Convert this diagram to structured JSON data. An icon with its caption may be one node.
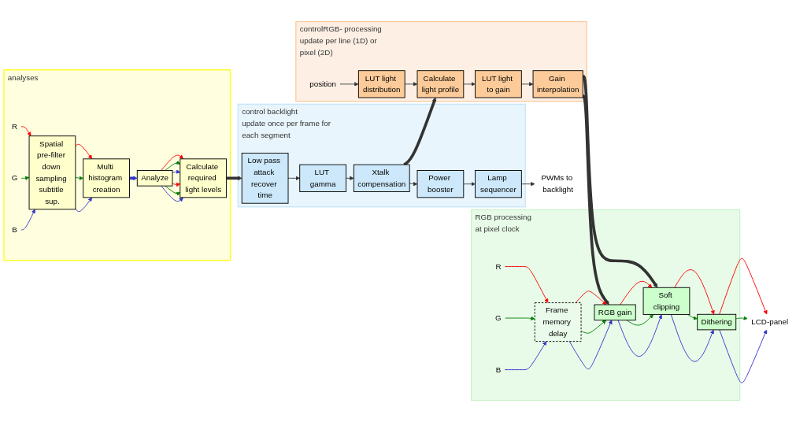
{
  "diagram": {
    "nodes": [
      {
        "text": [
          "analyses"
        ]
      },
      {
        "text": [
          "R"
        ],
        "in": 0
      },
      {
        "text": [
          "G"
        ],
        "in": 0
      },
      {
        "text": [
          "B"
        ],
        "in": 0
      },
      {
        "text": [
          "Spatial pre-filter down sampling subtitle sup."
        ],
        "in": 0
      },
      {
        "text": [
          "Multi histogram creation"
        ],
        "in": 0
      },
      {
        "text": [
          "Analyze"
        ],
        "in": 0
      },
      {
        "text": [
          "Calculate required light levels"
        ],
        "in": 0
      },
      {
        "text": [
          "control backlight",
          "update once per frame for each segment"
        ]
      },
      {
        "text": [
          "Low pass attack recover time"
        ],
        "in": 8
      },
      {
        "text": [
          "LUT gamma"
        ],
        "in": 8
      },
      {
        "text": [
          "Xtalk compensation"
        ],
        "in": 8
      },
      {
        "text": [
          "Power booster"
        ],
        "in": 8
      },
      {
        "text": [
          "Lamp sequencer"
        ],
        "in": 8
      },
      {
        "text": [
          "PWMs to backlight"
        ]
      },
      {
        "text": [
          "controlRGB- processing",
          "update per line (1D) or pixel (2D)"
        ]
      },
      {
        "text": [
          "position"
        ],
        "in": 15
      },
      {
        "text": [
          "LUT light distribution"
        ],
        "in": 15
      },
      {
        "text": [
          "Calculate light profile"
        ],
        "in": 15
      },
      {
        "text": [
          "LUT light to gain"
        ],
        "in": 15
      },
      {
        "text": [
          "Gain interpolation"
        ],
        "in": 15
      },
      {
        "text": [
          "RGB processing",
          "at pixel clock"
        ]
      },
      {
        "text": [
          "R"
        ],
        "in": 21
      },
      {
        "text": [
          "G"
        ],
        "in": 21
      },
      {
        "text": [
          "B"
        ],
        "in": 21
      },
      {
        "text": [
          "Frame memory delay"
        ],
        "in": 21
      },
      {
        "text": [
          "RGB gain"
        ],
        "in": 21
      },
      {
        "text": [
          "Soft clipping"
        ],
        "in": 21
      },
      {
        "text": [
          "Dithering"
        ],
        "in": 21
      },
      {
        "text": [
          "LCD-panel"
        ]
      }
    ],
    "edges": [
      {
        "from": 1,
        "to": 4,
        "arrow": "to",
        "color": "#ff0000"
      },
      {
        "from": 2,
        "to": 4,
        "arrow": "to",
        "color": "#008000"
      },
      {
        "from": 3,
        "to": 4,
        "arrow": "to",
        "color": "#3333cc"
      },
      {
        "from": 4,
        "to": 5,
        "arrow": "to",
        "color": "#ff0000"
      },
      {
        "from": 4,
        "to": 5,
        "arrow": "to",
        "color": "#008000"
      },
      {
        "from": 4,
        "to": 5,
        "arrow": "to",
        "color": "#3333cc"
      },
      {
        "from": 5,
        "to": 6,
        "arrow": "to",
        "style": "thick",
        "color": "#3333cc"
      },
      {
        "from": 6,
        "to": 7,
        "arrow": "to",
        "color": "#ff0000"
      },
      {
        "from": 6,
        "to": 7,
        "arrow": "to",
        "color": "#008000"
      },
      {
        "from": 6,
        "to": 7,
        "arrow": "to",
        "color": "#3333cc"
      },
      {
        "from": 6,
        "to": 7,
        "arrow": "to",
        "color": "#ff0000"
      },
      {
        "from": 6,
        "to": 7,
        "arrow": "to",
        "color": "#008000"
      },
      {
        "from": 6,
        "to": 7,
        "arrow": "to",
        "color": "#3333cc"
      },
      {
        "from": 7,
        "to": 9,
        "arrow": "to",
        "style": "thick"
      },
      {
        "from": 9,
        "to": 10,
        "arrow": "to"
      },
      {
        "from": 10,
        "to": 11,
        "arrow": "to"
      },
      {
        "from": 11,
        "to": 12,
        "arrow": "to"
      },
      {
        "from": 12,
        "to": 13,
        "arrow": "to"
      },
      {
        "from": 13,
        "to": 14,
        "arrow": "to"
      },
      {
        "from": 11,
        "to": 18,
        "arrow": "to",
        "style": "thick"
      },
      {
        "from": 16,
        "to": 17,
        "arrow": "to"
      },
      {
        "from": 17,
        "to": 18,
        "arrow": "to"
      },
      {
        "from": 18,
        "to": 19,
        "arrow": "to"
      },
      {
        "from": 19,
        "to": 20,
        "arrow": "to"
      },
      {
        "from": 20,
        "to": 26,
        "arrow": "to",
        "style": "thick"
      },
      {
        "from": 20,
        "to": 27,
        "arrow": "to",
        "style": "thick"
      },
      {
        "from": 22,
        "to": 25,
        "arrow": "to",
        "color": "#ff0000"
      },
      {
        "from": 23,
        "to": 25,
        "arrow": "to",
        "color": "#008000"
      },
      {
        "from": 24,
        "to": 25,
        "arrow": "to",
        "color": "#3333cc"
      },
      {
        "from": 25,
        "to": 26,
        "arrow": "to",
        "color": "#ff0000"
      },
      {
        "from": 25,
        "to": 26,
        "arrow": "to",
        "color": "#008000"
      },
      {
        "from": 25,
        "to": 26,
        "arrow": "to",
        "color": "#3333cc"
      },
      {
        "from": 26,
        "to": 27,
        "arrow": "to",
        "color": "#ff0000"
      },
      {
        "from": 26,
        "to": 27,
        "arrow": "to",
        "color": "#008000"
      },
      {
        "from": 26,
        "to": 27,
        "arrow": "to",
        "color": "#3333cc"
      },
      {
        "from": 27,
        "to": 28,
        "arrow": "to",
        "color": "#ff0000"
      },
      {
        "from": 27,
        "to": 28,
        "arrow": "to",
        "color": "#008000"
      },
      {
        "from": 27,
        "to": 28,
        "arrow": "to",
        "color": "#3333cc"
      },
      {
        "from": 28,
        "to": 29,
        "arrow": "to",
        "color": "#ff0000"
      },
      {
        "from": 28,
        "to": 29,
        "arrow": "to",
        "color": "#008000"
      },
      {
        "from": 28,
        "to": 29,
        "arrow": "to",
        "color": "#3333cc"
      }
    ]
  }
}
